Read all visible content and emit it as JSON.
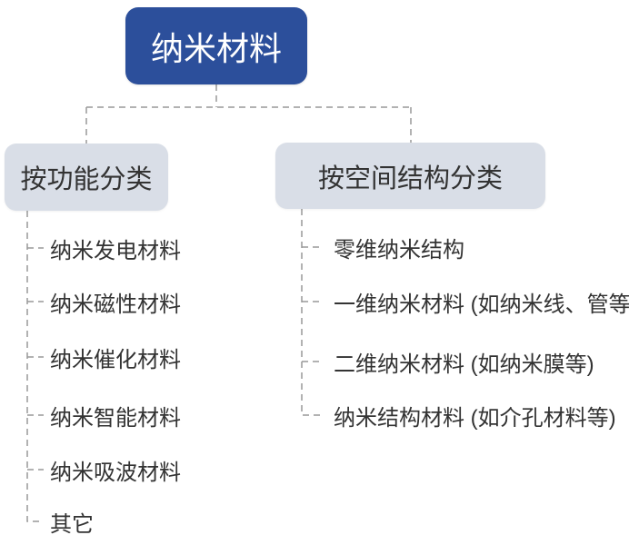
{
  "diagram": {
    "root": {
      "label": "纳米材料"
    },
    "branches": [
      {
        "label": "按功能分类",
        "items": [
          "纳米发电材料",
          "纳米磁性材料",
          "纳米催化材料",
          "纳米智能材料",
          "纳米吸波材料",
          "其它"
        ]
      },
      {
        "label": "按空间结构分类",
        "items": [
          "零维纳米结构",
          "一维纳米材料 (如纳米线、管等)",
          "二维纳米材料 (如纳米膜等)",
          "纳米结构材料 (如介孔材料等)"
        ]
      }
    ],
    "colors": {
      "root_background": "#2C4F9B",
      "root_text": "#FFFFFF",
      "branch_background": "#D9DEE7",
      "leaf_text": "#333333",
      "connector": "#999999"
    }
  }
}
